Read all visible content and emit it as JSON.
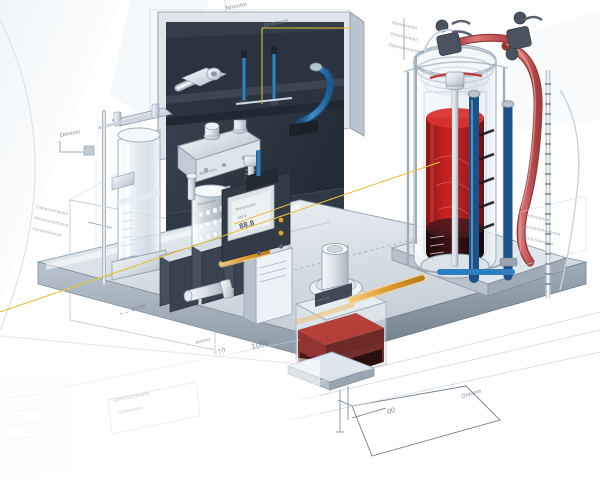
{
  "illustration": {
    "title": "Isometric technical illustration of a bioprocess / analytical laboratory workstation",
    "style": "vector isometric line-and-shade rendering with callout annotations",
    "background_color": "#ffffff"
  },
  "palette": {
    "background": "#ffffff",
    "platform_light": "#e9edf1",
    "platform_mid": "#c9d2da",
    "platform_dark": "#9aa6b2",
    "platform_edge": "#6f7d8b",
    "backdrop_panel": "#2b3340",
    "backdrop_panel_dark": "#222936",
    "metal_light": "#f2f5f8",
    "metal_mid": "#cdd6de",
    "metal_dark": "#8d99a6",
    "glass_fill": "#eef3f7",
    "glass_stroke": "#9fb0bd",
    "liquid_red": "#c0201c",
    "liquid_red_dark": "#7d1414",
    "liquid_maroon": "#2a1012",
    "tube_blue": "#2f7fc0",
    "tube_blue_dark": "#1d5b92",
    "tube_red": "#d1585a",
    "tube_red_dark": "#a33b3d",
    "callout_yellow": "#e8c33c",
    "callout_gray": "#8a939c",
    "annotation_text": "#7c8592",
    "laser_amber": "#e8a33a",
    "probe_blue": "#2d6f9e",
    "screen_bezel": "#dfe4e9"
  },
  "annotations": {
    "top_center": {
      "name": "callout-label-top-center",
      "text": "Nnnnnn"
    },
    "top_center_right": {
      "name": "callout-label-top-center-right",
      "text": "Onnnnnn"
    },
    "top_right_block": {
      "name": "callout-block-top-right",
      "lines": [
        "Nnnnnnnnn",
        "Onnnnnnnnn",
        "Onnnnnnnnnnnn"
      ]
    },
    "left_label": {
      "name": "callout-label-left",
      "text": "Onnnnn"
    },
    "left_block": {
      "name": "callout-block-left",
      "lines": [
        "Onnnnnnnnnnn",
        "Nnnnnnnnnnnnn",
        "Onnnnnnnnnn"
      ]
    },
    "right_block": {
      "name": "callout-block-right",
      "lines": [
        "Onnnnnnnn",
        "Nnnnnnnnnnnnnn",
        "Onnnnnnnnnnn"
      ]
    },
    "bottom_left_card": {
      "name": "callout-card-bottom-left",
      "line1": "Onnnnnnnns",
      "line2": "Onnnnnnnn"
    },
    "bottom_right_label": {
      "name": "callout-label-bottom-right",
      "text": "Onnnnn"
    },
    "dimension_marker": {
      "name": "dimension-marker-bottom-right",
      "text": "00"
    },
    "platform_marking_a": {
      "name": "platform-marking-left",
      "text": "nnnnn"
    },
    "platform_marking_b": {
      "name": "platform-marking-center",
      "text": "nnnnn"
    },
    "platform_value_small": {
      "name": "platform-value-small",
      "text": "e10"
    },
    "platform_value_large": {
      "name": "platform-value-large",
      "text": "1000"
    },
    "instrument_label": {
      "name": "instrument-body-label",
      "text": "Nnnnnnn"
    },
    "column_label": {
      "name": "glass-column-label",
      "text": "Nnnnnnn"
    }
  },
  "display": {
    "name": "instrument-lcd-display",
    "line1": "Nnnnnnnn",
    "line2": "nnnn",
    "line3": "88.8"
  },
  "components": [
    {
      "id": "base-platform",
      "label": "Instrument base platform",
      "color": "#c9d2da"
    },
    {
      "id": "backdrop-panel",
      "label": "Dark instrument backdrop panel",
      "color": "#2b3340"
    },
    {
      "id": "glass-column-left",
      "label": "Left glass column / condenser",
      "color": "#eef3f7"
    },
    {
      "id": "glass-column-center",
      "label": "Center packed glass column",
      "color": "#eef3f7"
    },
    {
      "id": "pump-head-module",
      "label": "Pump head / valve module",
      "color": "#cdd6de"
    },
    {
      "id": "module-stack",
      "label": "Dark detector module stack",
      "color": "#3a424e"
    },
    {
      "id": "lcd-panel",
      "label": "Control panel with LCD readout",
      "color": "#dfe4e9"
    },
    {
      "id": "sample-cuvette",
      "label": "Sample cuvette with red liquid",
      "color": "#8e2420"
    },
    {
      "id": "laser-beam",
      "label": "Amber optical beam",
      "color": "#e8a33a"
    },
    {
      "id": "bioreactor-vessel",
      "label": "Glass bioreactor vessel",
      "color": "#c0201c"
    },
    {
      "id": "reactor-frame",
      "label": "Reactor support frame",
      "color": "#cdd6de"
    },
    {
      "id": "tube-blue",
      "label": "Blue fluid transfer tubing",
      "color": "#2f7fc0"
    },
    {
      "id": "tube-red",
      "label": "Red fluid transfer tubing",
      "color": "#d1585a"
    },
    {
      "id": "probe-blue-1",
      "label": "Blue sensor probe",
      "color": "#2d6f9e"
    },
    {
      "id": "probe-blue-2",
      "label": "Blue sensor probe",
      "color": "#2d6f9e"
    },
    {
      "id": "graduated-scale-rod",
      "label": "Graduated measurement rod",
      "color": "#8d99a6"
    },
    {
      "id": "callout-leader-lines",
      "label": "Annotation leader lines",
      "color": "#e8c33c"
    }
  ]
}
